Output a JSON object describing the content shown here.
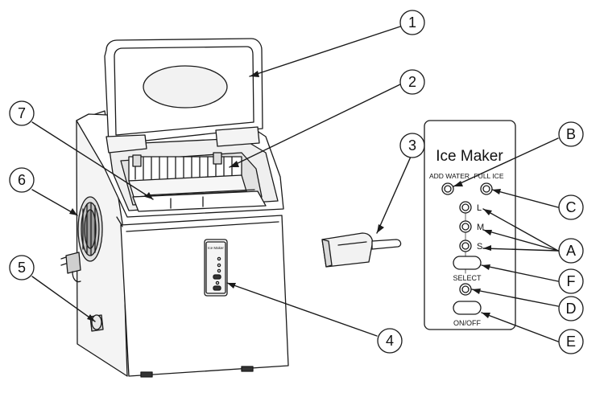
{
  "callouts": {
    "c1": "1",
    "c2": "2",
    "c3": "3",
    "c4": "4",
    "c5": "5",
    "c6": "6",
    "c7": "7",
    "cA": "A",
    "cB": "B",
    "cC": "C",
    "cD": "D",
    "cE": "E",
    "cF": "F"
  },
  "panel": {
    "title": "Ice Maker",
    "add_water": "ADD WATER",
    "full_ice": "FULL ICE",
    "size_l": "L",
    "size_m": "M",
    "size_s": "S",
    "select": "SELECT",
    "on_off": "ON/OFF"
  },
  "mini_panel": {
    "title": "Ice Maker"
  },
  "colors": {
    "line": "#1a1a1a",
    "shade": "#d9d9d9",
    "dark": "#555555"
  }
}
